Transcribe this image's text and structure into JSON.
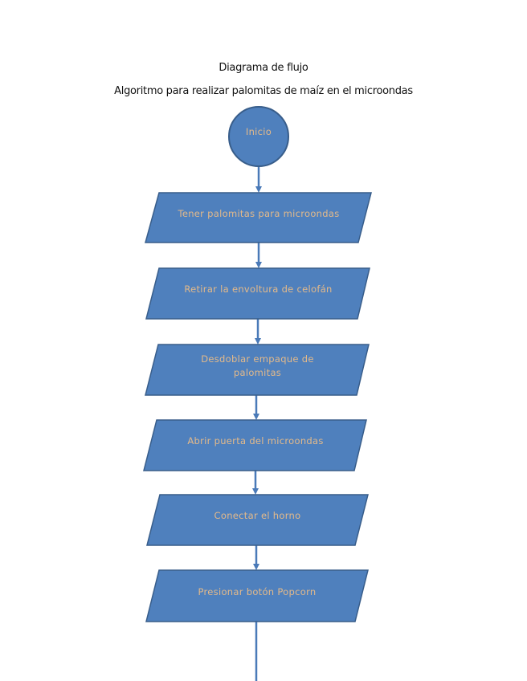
{
  "page": {
    "title": "Diagrama de flujo",
    "subtitle": "Algoritmo para realizar palomitas de maíz en el microondas"
  },
  "colors": {
    "shape_fill": "#4f80bd",
    "shape_stroke": "#385d8a",
    "label_text": "#e3b98a",
    "connector": "#4a7ab8"
  },
  "flow": {
    "start": {
      "label": "Inicio",
      "shape": "circle"
    },
    "steps": [
      {
        "label": "Tener palomitas para microondas",
        "shape": "parallelogram"
      },
      {
        "label": "Retirar la envoltura de celofán",
        "shape": "parallelogram"
      },
      {
        "label": "Desdoblar empaque de palomitas",
        "shape": "parallelogram"
      },
      {
        "label": "Abrir puerta del microondas",
        "shape": "parallelogram"
      },
      {
        "label": "Conectar el horno",
        "shape": "parallelogram"
      },
      {
        "label": "Presionar botón Popcorn",
        "shape": "parallelogram"
      }
    ]
  }
}
